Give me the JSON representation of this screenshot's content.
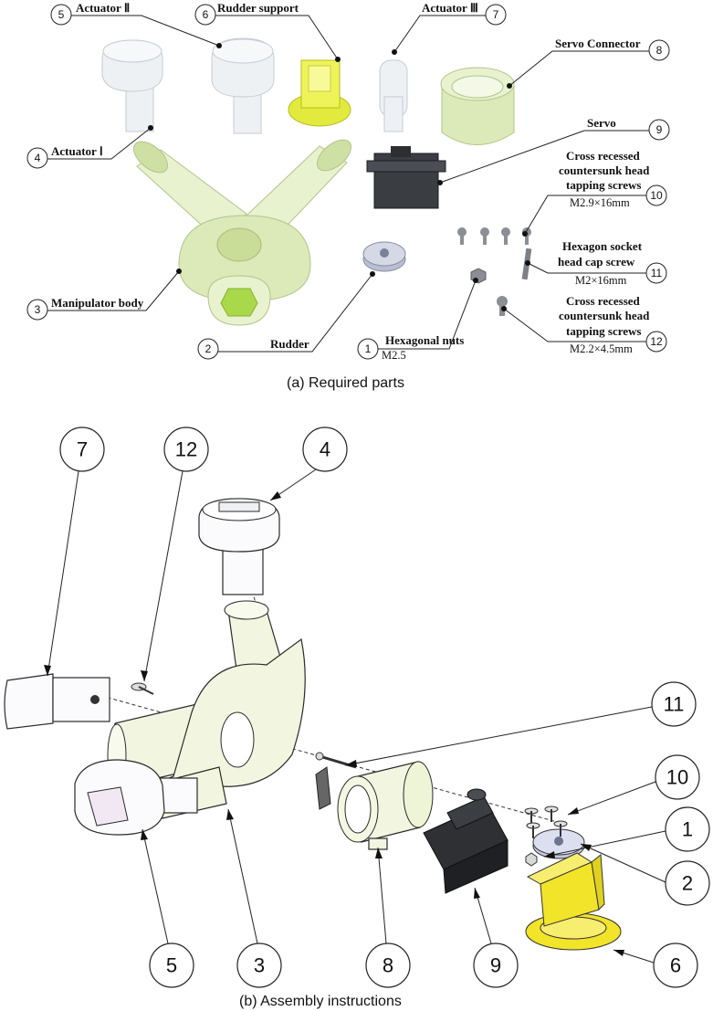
{
  "top": {
    "caption": "(a)  Required parts",
    "parts": [
      {
        "num": "1",
        "label": "Hexagonal nuts",
        "spec": "M2.5"
      },
      {
        "num": "2",
        "label": "Rudder",
        "spec": ""
      },
      {
        "num": "3",
        "label": "Manipulator body",
        "spec": ""
      },
      {
        "num": "4",
        "label": "Actuator  Ⅰ",
        "spec": ""
      },
      {
        "num": "5",
        "label": "Actuator  Ⅱ",
        "spec": ""
      },
      {
        "num": "6",
        "label": "Rudder support",
        "spec": ""
      },
      {
        "num": "7",
        "label": "Actuator  Ⅲ",
        "spec": ""
      },
      {
        "num": "8",
        "label": "Servo Connector",
        "spec": ""
      },
      {
        "num": "9",
        "label": "Servo",
        "spec": ""
      },
      {
        "num": "10",
        "label_lines": [
          "Cross recessed",
          "countersunk head",
          "tapping screws"
        ],
        "spec": "M2.9×16mm"
      },
      {
        "num": "11",
        "label_lines": [
          "Hexagon socket",
          "head cap screw"
        ],
        "spec": "M2×16mm"
      },
      {
        "num": "12",
        "label_lines": [
          "Cross recessed",
          "countersunk head",
          "tapping screws"
        ],
        "spec": "M2.2×4.5mm"
      }
    ]
  },
  "bottom": {
    "caption": "(b)  Assembly instructions",
    "callouts": [
      "7",
      "12",
      "4",
      "11",
      "10",
      "1",
      "2",
      "6",
      "9",
      "8",
      "3",
      "5"
    ]
  }
}
